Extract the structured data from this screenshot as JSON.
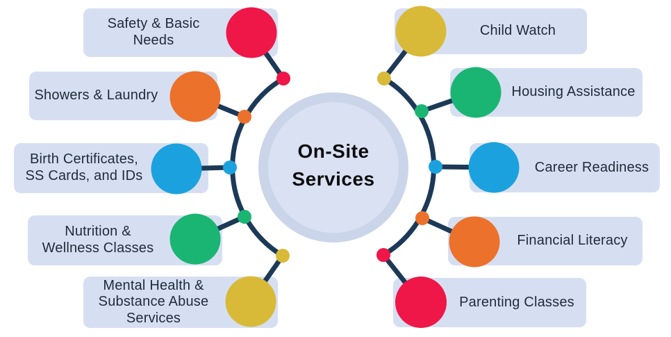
{
  "title": "On-Site\nServices",
  "palette": {
    "red": "#ee1747",
    "orange": "#ec712b",
    "blue": "#1ba2de",
    "green": "#1bb573",
    "yellow": "#d8ba38",
    "line": "#1c3a57",
    "label_bg": "#d6dff2",
    "label_text": "#202c3a",
    "center_outer": "#cbd5ea",
    "center_inner": "#d9e1f3",
    "title_text": "#0d0d0d"
  },
  "left_services": [
    {
      "label": "Safety & Basic\nNeeds",
      "color": "red"
    },
    {
      "label": "Showers & Laundry",
      "color": "orange"
    },
    {
      "label": "Birth Certificates,\nSS Cards, and IDs",
      "color": "blue"
    },
    {
      "label": "Nutrition &\nWellness Classes",
      "color": "green"
    },
    {
      "label": "Mental Health &\nSubstance Abuse\nServices",
      "color": "yellow"
    }
  ],
  "right_services": [
    {
      "label": "Child Watch",
      "color": "yellow"
    },
    {
      "label": "Housing Assistance",
      "color": "green"
    },
    {
      "label": "Career Readiness",
      "color": "blue"
    },
    {
      "label": "Financial Literacy",
      "color": "orange"
    },
    {
      "label": "Parenting Classes",
      "color": "red"
    }
  ]
}
